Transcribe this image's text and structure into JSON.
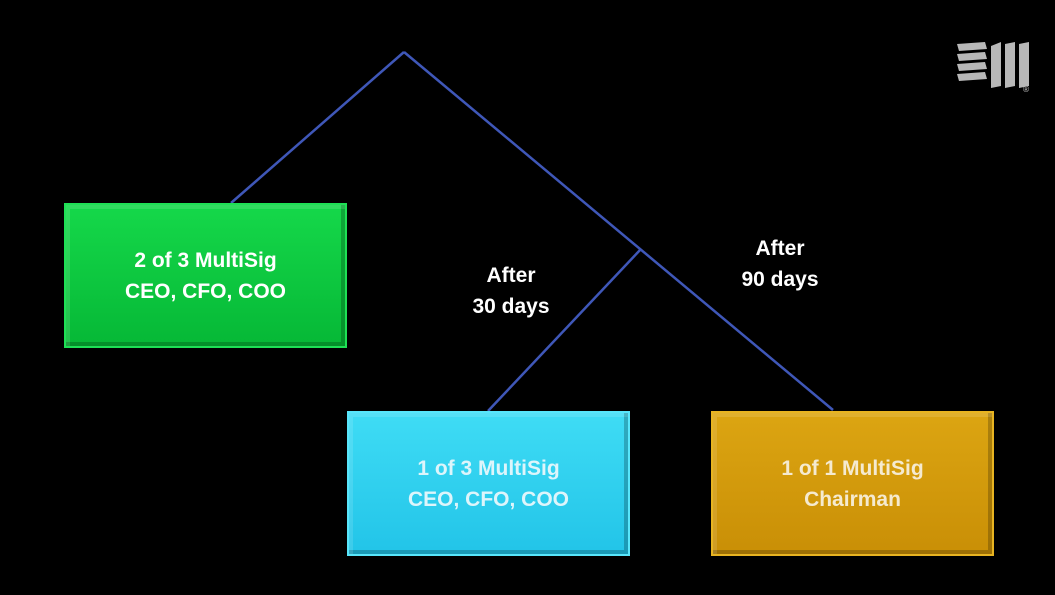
{
  "nodes": {
    "green": {
      "line1": "2 of 3 MultiSig",
      "line2": "CEO, CFO, COO",
      "color": "#06c23c"
    },
    "cyan": {
      "line1": "1 of 3 MultiSig",
      "line2": "CEO, CFO, COO",
      "color": "#2bcdee"
    },
    "gold": {
      "line1": "1 of 1 MultiSig",
      "line2": "Chairman",
      "color": "#d09a0b"
    }
  },
  "edge_labels": {
    "after_30": {
      "line1": "After",
      "line2": "30 days"
    },
    "after_90": {
      "line1": "After",
      "line2": "90 days"
    }
  },
  "colors": {
    "background": "#000000",
    "connector": "#3f57b8",
    "text": "#ffffff"
  },
  "logo": {
    "icon": "stacked-bars-logo-icon",
    "mark": "®"
  }
}
